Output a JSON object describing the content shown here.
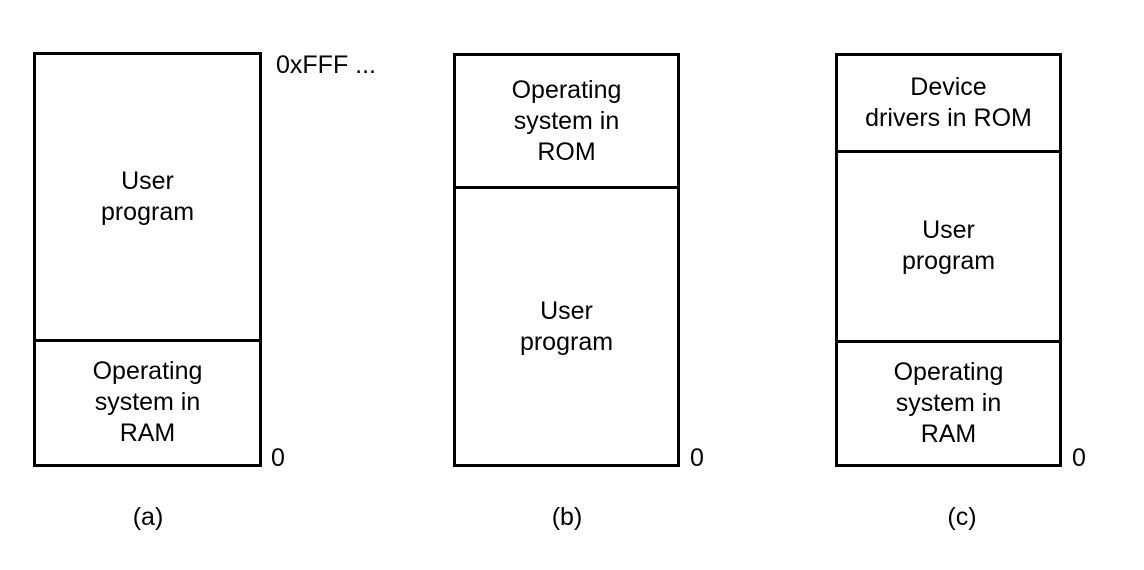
{
  "figure": {
    "title": "",
    "background_color": "#ffffff",
    "line_color": "#000000",
    "text_color": "#000000"
  },
  "panels": [
    {
      "id": "a",
      "caption": "(a)",
      "top_address_label": "0xFFF ...",
      "bottom_address_label": "0",
      "segments": [
        {
          "label": "User\nprogram"
        },
        {
          "label": "Operating\nsystem in\nRAM"
        }
      ]
    },
    {
      "id": "b",
      "caption": "(b)",
      "top_address_label": "",
      "bottom_address_label": "0",
      "segments": [
        {
          "label": "Operating\nsystem in\nROM"
        },
        {
          "label": "User\nprogram"
        }
      ]
    },
    {
      "id": "c",
      "caption": "(c)",
      "top_address_label": "",
      "bottom_address_label": "0",
      "segments": [
        {
          "label": "Device\ndrivers in ROM"
        },
        {
          "label": "User\nprogram"
        },
        {
          "label": "Operating\nsystem in\nRAM"
        }
      ]
    }
  ]
}
